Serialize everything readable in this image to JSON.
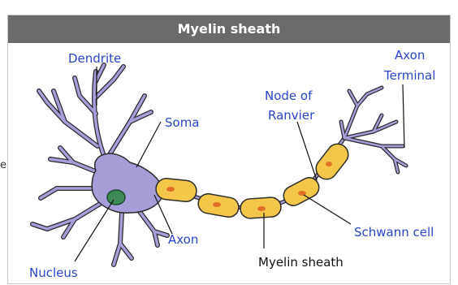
{
  "title": "Myelin sheath",
  "side_mark": "e",
  "labels": {
    "dendrite": "Dendrite",
    "soma": "Soma",
    "nucleus": "Nucleus",
    "axon": "Axon",
    "node_of_ranvier_line1": "Node of",
    "node_of_ranvier_line2": "Ranvier",
    "axon_terminal_line1": "Axon",
    "axon_terminal_line2": "Terminal",
    "schwann_cell": "Schwann cell",
    "myelin_sheath": "Myelin sheath"
  },
  "colors": {
    "neuron_fill": "#a59ed8",
    "neuron_stroke": "#2b2b2b",
    "schwann_fill": "#f4c64a",
    "schwann_nucleus": "#e0702a",
    "nucleus_fill": "#3e8a55",
    "label_blue": "#2a45c8",
    "title_bar": "#6b6b6b"
  }
}
